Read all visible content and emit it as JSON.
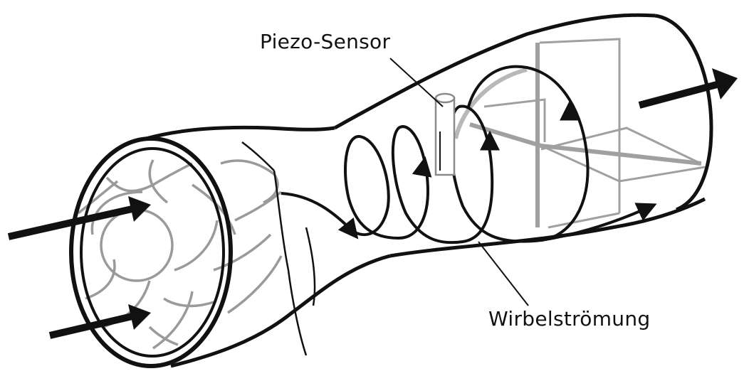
{
  "labels": {
    "sensor": "Piezo-Sensor",
    "vortex": "Wirbelströmung"
  },
  "colors": {
    "outline": "#111111",
    "structure": "#9a9a9a",
    "structure_light": "#c8c8c8",
    "background": "#ffffff"
  },
  "icons": [
    "inflow-arrow",
    "outflow-arrow",
    "swirl-blades",
    "vortex-spiral",
    "piezo-sensor",
    "flow-straightener"
  ]
}
